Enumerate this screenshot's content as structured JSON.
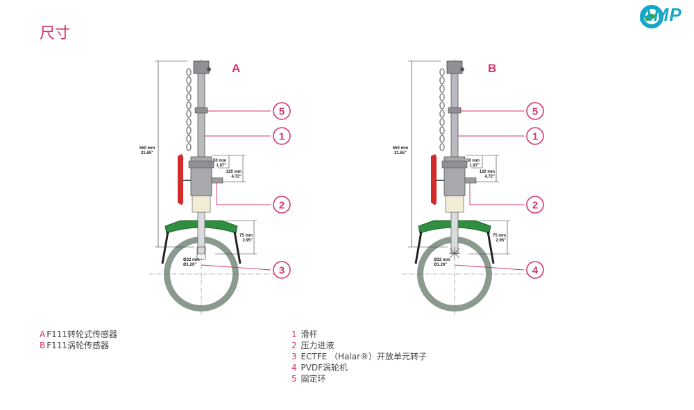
{
  "page": {
    "title": "尺寸"
  },
  "brand": {
    "logo_text": "AMP"
  },
  "colors": {
    "accent": "#d6336c",
    "brand": "#16a6c8",
    "saddle": "#2f8f3f",
    "handle": "#d22b2b"
  },
  "diagrams": [
    {
      "letter": "A",
      "dims": {
        "overall_mm": "550 mm",
        "overall_in": "21.65\"",
        "h1_mm": "50 mm",
        "h1_in": "1.97\"",
        "h2_mm": "120 mm",
        "h2_in": "4.72\"",
        "h3_mm": "75 mm",
        "h3_in": "2.95\"",
        "dia_mm": "Ø32 mm",
        "dia_in": "Ø1.26\""
      },
      "callouts": [
        "5",
        "1",
        "2",
        "3"
      ]
    },
    {
      "letter": "B",
      "dims": {
        "overall_mm": "550 mm",
        "overall_in": "21.65\"",
        "h1_mm": "50 mm",
        "h1_in": "1.97\"",
        "h2_mm": "120 mm",
        "h2_in": "4.72\"",
        "h3_mm": "75 mm",
        "h3_in": "2.95\"",
        "dia_mm": "Ø32 mm",
        "dia_in": "Ø1.26\""
      },
      "callouts": [
        "5",
        "1",
        "2",
        "4"
      ]
    }
  ],
  "legend_left": [
    {
      "key": "A",
      "text": "F111转轮式传感器"
    },
    {
      "key": "B",
      "text": "F111涡轮传感器"
    }
  ],
  "legend_right": [
    {
      "key": "1",
      "text": "滑杆"
    },
    {
      "key": "2",
      "text": "压力进液"
    },
    {
      "key": "3",
      "text": "ECTFE （Halar®）开放单元转子"
    },
    {
      "key": "4",
      "text": "PVDF涡轮机"
    },
    {
      "key": "5",
      "text": "固定环"
    }
  ]
}
